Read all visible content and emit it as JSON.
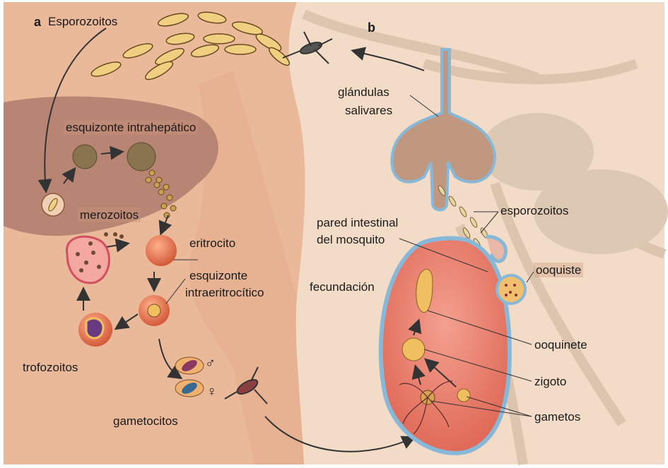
{
  "panels": {
    "a": "a",
    "b": "b"
  },
  "human_cycle": {
    "esporozoitos": "Esporozoitos",
    "esquizonte_intrahepatico": "esquizonte intrahepático",
    "merozoitos": "merozoitos",
    "eritrocito": "eritrocito",
    "esquizonte_intraeritrocitico_1": "esquizonte",
    "esquizonte_intraeritrocitico_2": "intraeritrocítico",
    "trofozoitos": "trofozoitos",
    "gametocitos": "gametocitos"
  },
  "mosquito_cycle": {
    "glandulas_1": "glándulas",
    "glandulas_2": "salivares",
    "esporozoitos": "esporozoitos",
    "pared_1": "pared intestinal",
    "pared_2": "del mosquito",
    "ooquiste": "ooquiste",
    "fecundacion": "fecundación",
    "ooquinete": "ooquinete",
    "zigoto": "zigoto",
    "gametos": "gametos"
  },
  "symbols": {
    "male": "♂",
    "female": "♀"
  },
  "colors": {
    "background": "#f3dcc7",
    "human_skin": "#e9b99a",
    "liver": "#b88474",
    "mosquito": "#d9c3ad",
    "gut": "#e87c6c",
    "membrane": "#9cc3dc",
    "parasite": "#f0c060"
  }
}
